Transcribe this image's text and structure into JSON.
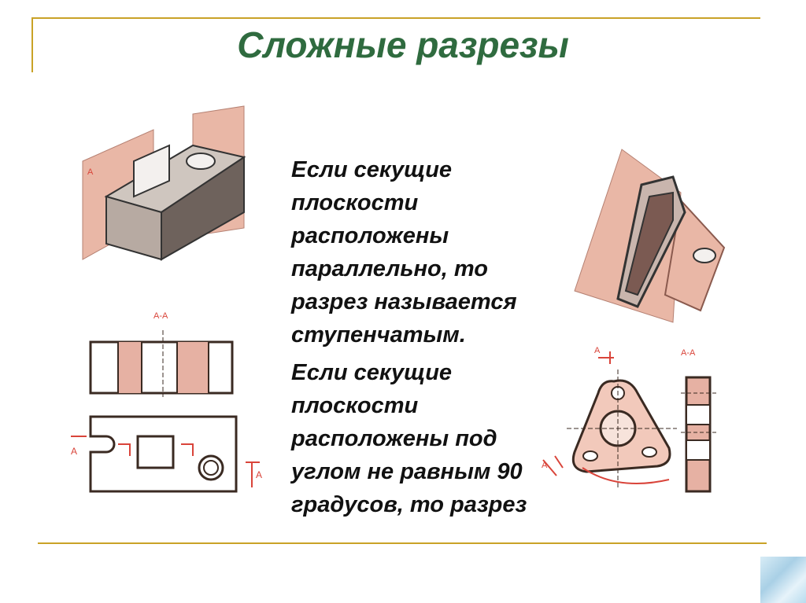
{
  "slide": {
    "title": "Сложные разрезы",
    "paragraphs": [
      "Если секущие плоскости расположены параллельно, то разрез называется ступенчатым.",
      "Если секущие плоскости расположены под углом не равным 90 градусов, то разрез"
    ]
  },
  "labels": {
    "section_aa": "А-А",
    "mark_a": "А"
  },
  "colors": {
    "title": "#2f6b3f",
    "frame": "#c9a227",
    "plane": "#e9b7a6",
    "line": "#6b2a1f",
    "marker": "#d9443a"
  }
}
